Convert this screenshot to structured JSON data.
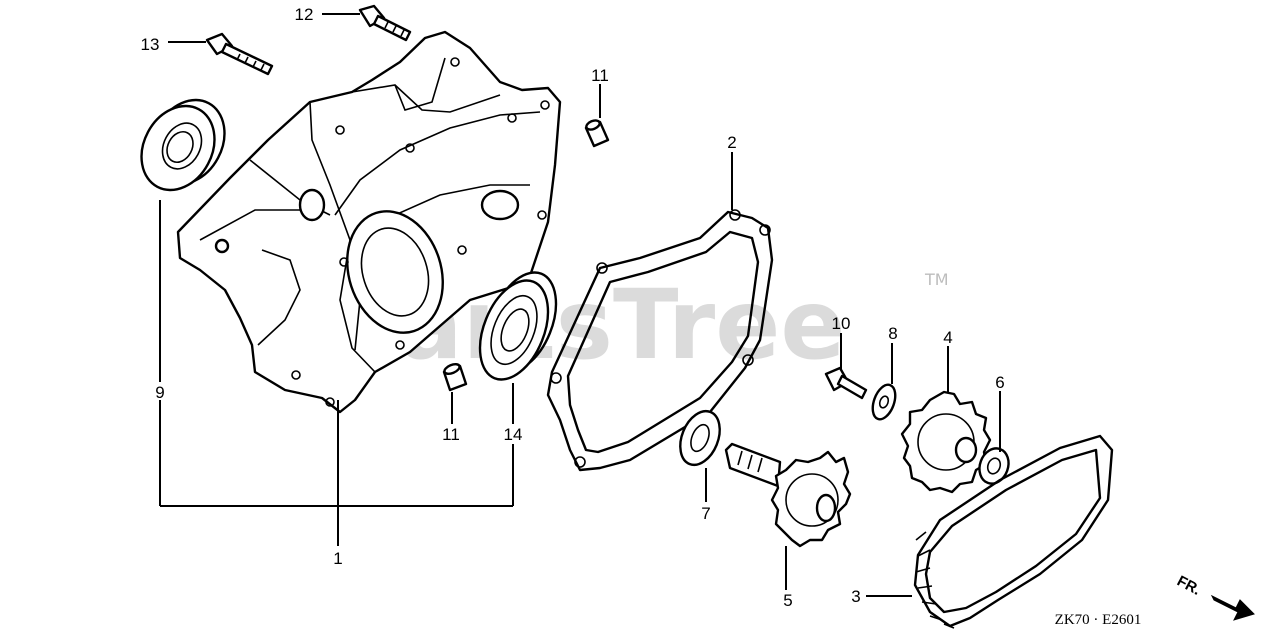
{
  "watermark": {
    "text": "PartsTree",
    "trademark": "TM"
  },
  "callouts": [
    {
      "id": "1",
      "label": "1"
    },
    {
      "id": "2",
      "label": "2"
    },
    {
      "id": "3",
      "label": "3"
    },
    {
      "id": "4",
      "label": "4"
    },
    {
      "id": "5",
      "label": "5"
    },
    {
      "id": "6",
      "label": "6"
    },
    {
      "id": "7",
      "label": "7"
    },
    {
      "id": "8",
      "label": "8"
    },
    {
      "id": "9",
      "label": "9"
    },
    {
      "id": "10",
      "label": "10"
    },
    {
      "id": "11a",
      "label": "11"
    },
    {
      "id": "11b",
      "label": "11"
    },
    {
      "id": "12",
      "label": "12"
    },
    {
      "id": "13",
      "label": "13"
    },
    {
      "id": "14",
      "label": "14"
    }
  ],
  "diagram_code": "ZK70 · E2601",
  "direction_label": "FR."
}
